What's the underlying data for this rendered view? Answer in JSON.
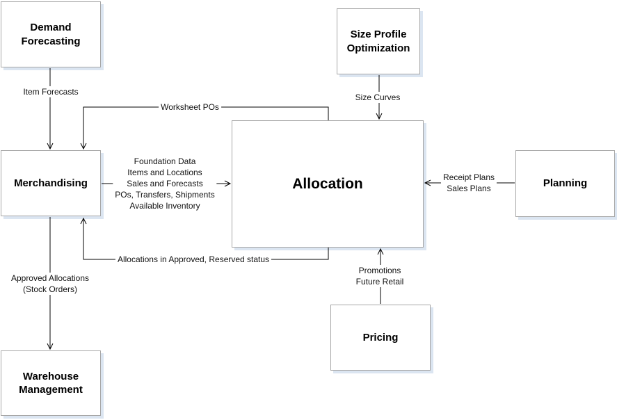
{
  "diagram": {
    "boxes": [
      {
        "name": "demand-forecasting",
        "label": "Demand\nForecasting"
      },
      {
        "name": "size-profile-optimization",
        "label": "Size Profile\nOptimization"
      },
      {
        "name": "merchandising",
        "label": "Merchandising"
      },
      {
        "name": "allocation",
        "label": "Allocation"
      },
      {
        "name": "planning",
        "label": "Planning"
      },
      {
        "name": "pricing",
        "label": "Pricing"
      },
      {
        "name": "warehouse-management",
        "label": "Warehouse\nManagement"
      }
    ],
    "flows": [
      {
        "name": "item-forecasts",
        "from": "Demand Forecasting",
        "to": "Merchandising",
        "label": "Item Forecasts"
      },
      {
        "name": "worksheet-pos",
        "from": "Allocation",
        "to": "Merchandising",
        "label": "Worksheet POs"
      },
      {
        "name": "merchandising-to-allocation",
        "from": "Merchandising",
        "to": "Allocation",
        "label": "Foundation Data\nItems and Locations\nSales and Forecasts\nPOs, Transfers, Shipments\nAvailable Inventory"
      },
      {
        "name": "allocations-approved-reserved",
        "from": "Allocation",
        "to": "Merchandising",
        "label": "Allocations in Approved, Reserved status"
      },
      {
        "name": "size-curves",
        "from": "Size Profile Optimization",
        "to": "Allocation",
        "label": "Size Curves"
      },
      {
        "name": "receipt-sales-plans",
        "from": "Planning",
        "to": "Allocation",
        "label": "Receipt Plans\nSales Plans"
      },
      {
        "name": "promotions-future-retail",
        "from": "Pricing",
        "to": "Allocation",
        "label": "Promotions\nFuture Retail"
      },
      {
        "name": "approved-allocations",
        "from": "Merchandising",
        "to": "Warehouse Management",
        "label": "Approved Allocations\n(Stock Orders)"
      }
    ],
    "colors": {
      "background": "#ffffff",
      "box_border": "#a6a6a6",
      "box_shadow": "#dbe5f1",
      "line": "#000000"
    }
  }
}
